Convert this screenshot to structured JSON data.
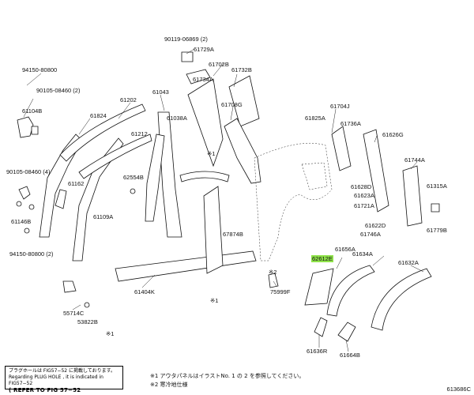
{
  "labels": [
    {
      "id": "90119-06869",
      "text": "90119-06869 (2)"
    },
    {
      "id": "61729A",
      "text": "61729A"
    },
    {
      "id": "61702B",
      "text": "61702B"
    },
    {
      "id": "61732B",
      "text": "61732B"
    },
    {
      "id": "61734A",
      "text": "61734A"
    },
    {
      "id": "94150-80800-top",
      "text": "94150-80800"
    },
    {
      "id": "90105-08460-top",
      "text": "90105-08460 (2)"
    },
    {
      "id": "61104B",
      "text": "61104B"
    },
    {
      "id": "61824",
      "text": "61824"
    },
    {
      "id": "61202",
      "text": "61202"
    },
    {
      "id": "61043",
      "text": "61043"
    },
    {
      "id": "61708G",
      "text": "61708G"
    },
    {
      "id": "61704J",
      "text": "61704J"
    },
    {
      "id": "61825A",
      "text": "61825A"
    },
    {
      "id": "61736A",
      "text": "61736A"
    },
    {
      "id": "61626G",
      "text": "61626G"
    },
    {
      "id": "61038A",
      "text": "61038A"
    },
    {
      "id": "61212",
      "text": "61212"
    },
    {
      "id": "asterisk1-top",
      "text": "※1"
    },
    {
      "id": "61744A",
      "text": "61744A"
    },
    {
      "id": "90105-08460-mid",
      "text": "90105-08460 (4)"
    },
    {
      "id": "62554B",
      "text": "62554B"
    },
    {
      "id": "61162",
      "text": "61162"
    },
    {
      "id": "61628D",
      "text": "61628D"
    },
    {
      "id": "61315A",
      "text": "61315A"
    },
    {
      "id": "61623A",
      "text": "61623A"
    },
    {
      "id": "61721A",
      "text": "61721A"
    },
    {
      "id": "61109A",
      "text": "61109A"
    },
    {
      "id": "61146B",
      "text": "61146B"
    },
    {
      "id": "61622D",
      "text": "61622D"
    },
    {
      "id": "61779B",
      "text": "61779B"
    },
    {
      "id": "61746A",
      "text": "61746A"
    },
    {
      "id": "67874B",
      "text": "67874B"
    },
    {
      "id": "94150-80800-bot",
      "text": "94150-80800 (2)"
    },
    {
      "id": "61656A",
      "text": "61656A"
    },
    {
      "id": "61634A",
      "text": "61634A"
    },
    {
      "id": "62612E",
      "text": "62612E",
      "highlight": true
    },
    {
      "id": "61632A",
      "text": "61632A"
    },
    {
      "id": "asterisk2",
      "text": "※2"
    },
    {
      "id": "61404K",
      "text": "61404K"
    },
    {
      "id": "75999F",
      "text": "75999F"
    },
    {
      "id": "asterisk1-mid",
      "text": "※1"
    },
    {
      "id": "55714C",
      "text": "55714C"
    },
    {
      "id": "53822B",
      "text": "53822B"
    },
    {
      "id": "asterisk1-bot",
      "text": "※1"
    },
    {
      "id": "61636R",
      "text": "61636R"
    },
    {
      "id": "61664B",
      "text": "61664B"
    }
  ],
  "note_box": {
    "line1": "プラグホールは FIG57−52 に掲載しております。",
    "line2": "Regarding PLUG HOLE , it is indicated in FIG57−52",
    "ref": "( REFER TO FIG 57−52"
  },
  "footnotes": {
    "line1": "※1 アウタパネルはイラストNo. 1 の 2 を参照してください。",
    "line2": "※2 寒冷地仕様"
  },
  "figure_id": "613686C",
  "colors": {
    "highlight": "#8fe34a",
    "ink": "#111111",
    "background": "#ffffff"
  }
}
